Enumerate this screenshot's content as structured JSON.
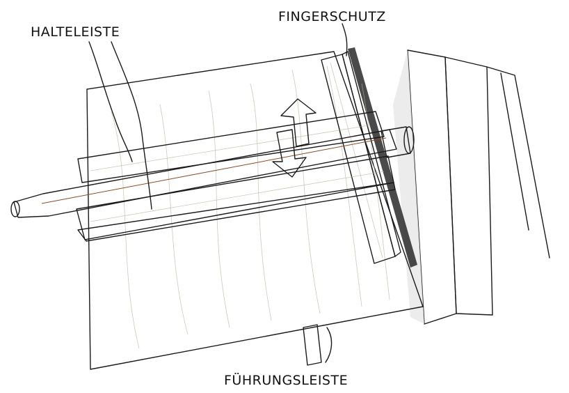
{
  "labels": {
    "holding_strip": "HALTELEISTE",
    "finger_guard": "FINGERSCHUTZ",
    "guide_strip": "FÜHRUNGSLEISTE"
  },
  "colors": {
    "board": "#f2ebd9",
    "strip_wood": "#f2d36a",
    "dowel": "#b86a3a",
    "arrow": "#3f72d6",
    "fence": "#ffffff"
  },
  "icons": {
    "adjust_arrow": "double-arrow-up-down-icon"
  }
}
